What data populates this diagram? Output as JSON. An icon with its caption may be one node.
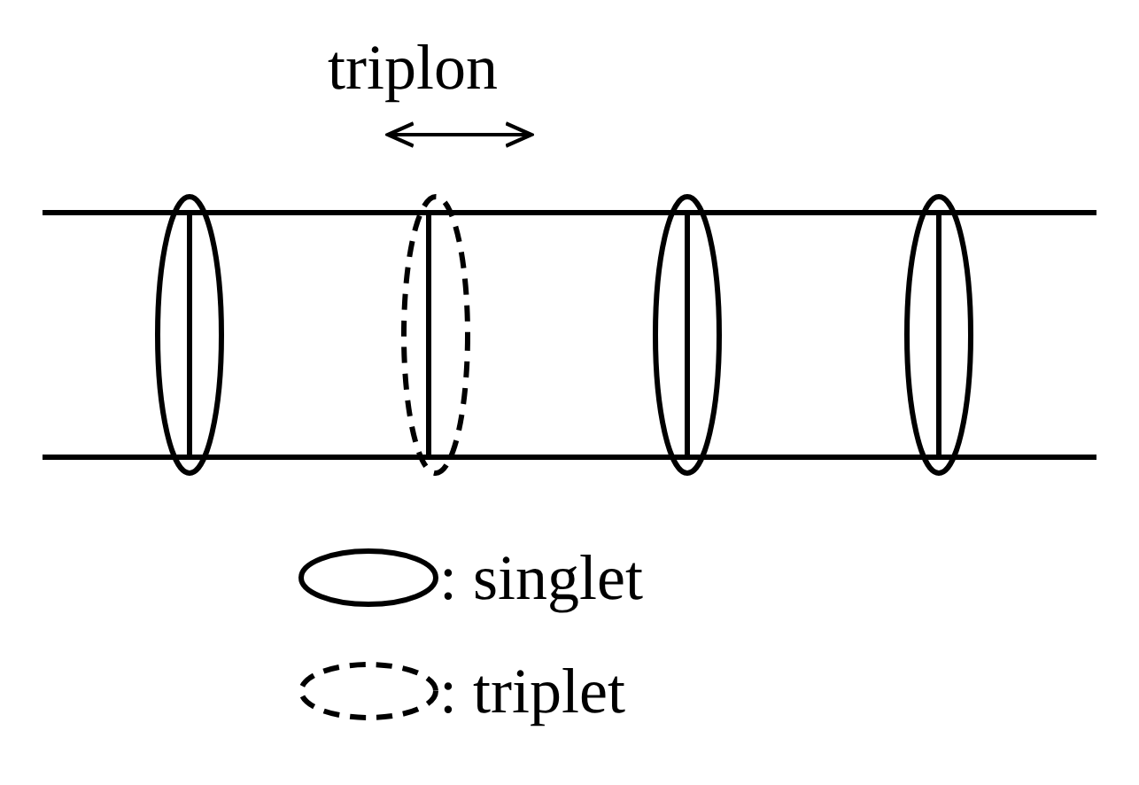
{
  "diagram": {
    "labels": [
      "triplon"
    ],
    "legend": [
      {
        "text": ": singlet"
      },
      {
        "text": ": triplet"
      }
    ]
  }
}
